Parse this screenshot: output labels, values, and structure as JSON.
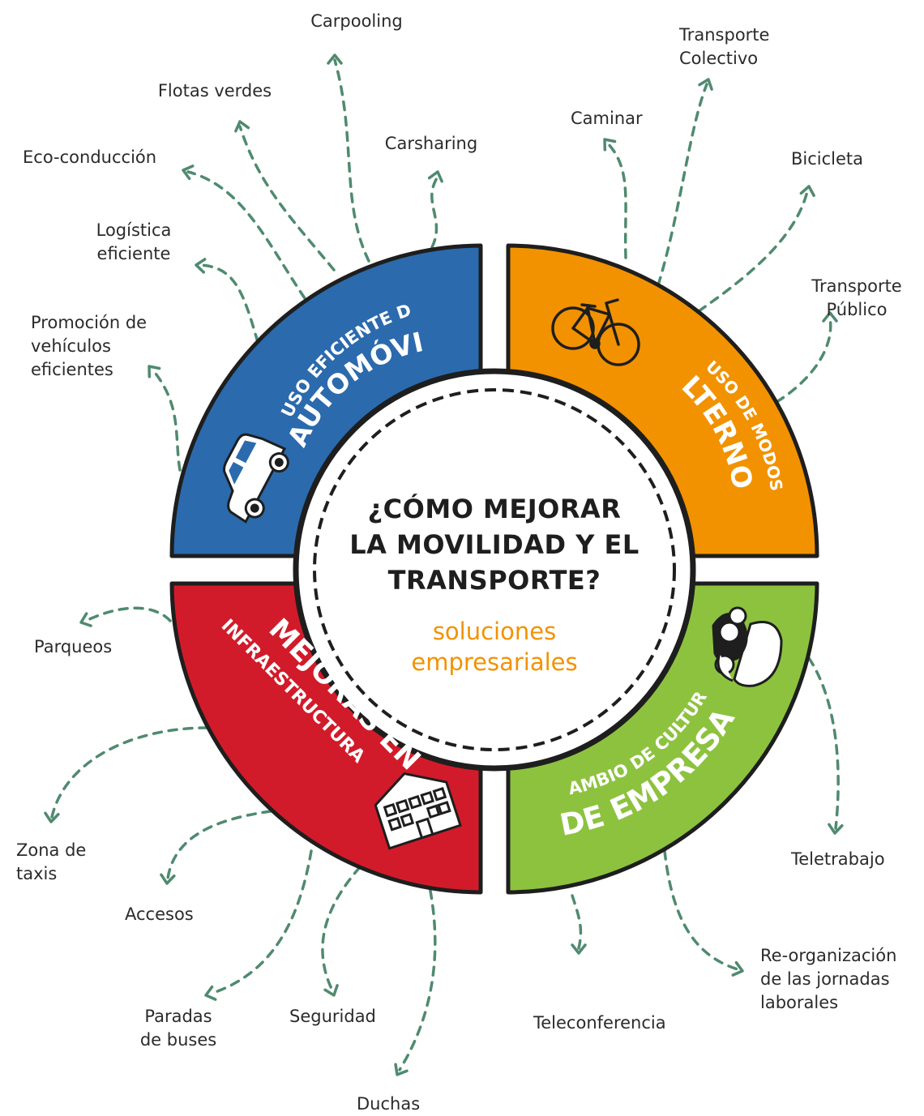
{
  "center": {
    "question_lines": [
      "¿CÓMO MEJORAR",
      "LA MOVILIDAD Y EL",
      "TRANSPORTE?"
    ],
    "subtitle_lines": [
      "soluciones",
      "empresariales"
    ]
  },
  "quadrants": {
    "automovil": {
      "line1": "USO EFICIENTE DE",
      "line2": "AUTOMÓVIL",
      "color": "#2b6aad",
      "icon": "car-icon"
    },
    "alternos": {
      "line1": "USO DE MODOS",
      "line2": "ALTERNOS",
      "color": "#f29200",
      "icon": "bicycle-icon"
    },
    "infraestructura": {
      "line1": "MEJORAS EN",
      "line2": "INFRAESTRUCTURA",
      "color": "#d21b2a",
      "icon": "building-icon"
    },
    "empresa": {
      "line1": "CAMBIO DE CULTURA",
      "line2": "DE EMPRESA",
      "color": "#8dc23f",
      "icon": "people-icon"
    }
  },
  "labels": {
    "carpooling": [
      "Carpooling"
    ],
    "flotas_verdes": [
      "Flotas verdes"
    ],
    "carsharing": [
      "Carsharing"
    ],
    "eco_conduccion": [
      "Eco-conducción"
    ],
    "logistica": [
      "Logística",
      "eficiente"
    ],
    "promocion": [
      "Promoción de",
      "vehículos",
      "eficientes"
    ],
    "transporte_colectivo": [
      "Transporte",
      "Colectivo"
    ],
    "caminar": [
      "Caminar"
    ],
    "bicicleta": [
      "Bicicleta"
    ],
    "transporte_publico": [
      "Transporte",
      "Público"
    ],
    "parqueos": [
      "Parqueos"
    ],
    "zona_taxis": [
      "Zona de",
      "taxis"
    ],
    "accesos": [
      "Accesos"
    ],
    "paradas_buses": [
      "Paradas",
      "de buses"
    ],
    "seguridad": [
      "Seguridad"
    ],
    "duchas": [
      "Duchas"
    ],
    "teletrabajo": [
      "Teletrabajo"
    ],
    "reorganizacion": [
      "Re-organización",
      "de las jornadas",
      "laborales"
    ],
    "teleconferencia": [
      "Teleconferencia"
    ]
  },
  "colors": {
    "arrow": "#4f8a6f",
    "outline": "#1e1e1e",
    "subtitle": "#f29200",
    "label_text": "#2b2b2b"
  }
}
